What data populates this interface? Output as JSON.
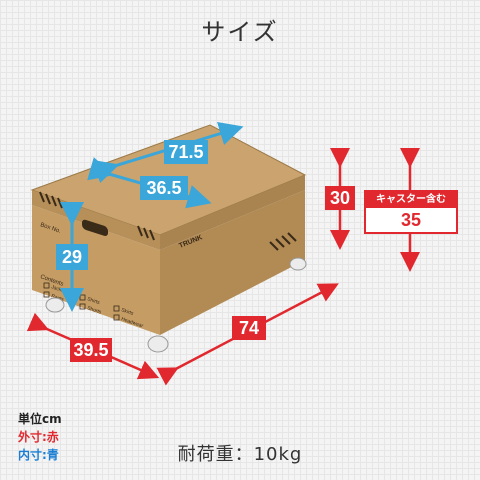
{
  "title": "サイズ",
  "box_text": {
    "brand": "TRUNK",
    "box_no": "Box No.",
    "contents": "Contents",
    "items": [
      "Jackets",
      "Pants",
      "Shirts",
      "Shorts",
      "Skirts",
      "Headwear"
    ]
  },
  "dimensions": {
    "inner_length": "71.5",
    "inner_width": "36.5",
    "inner_height": "29",
    "outer_height": "30",
    "outer_length": "74",
    "outer_width": "39.5",
    "caster_label": "キャスター含む",
    "caster_height": "35"
  },
  "legend": {
    "unit": "単位cm",
    "outer": "外寸:赤",
    "inner": "内寸:青"
  },
  "weight": "耐荷重：10kg",
  "colors": {
    "outer": "#e0282e",
    "inner": "#3aa6d9",
    "cardboard": "#c9a36b"
  }
}
